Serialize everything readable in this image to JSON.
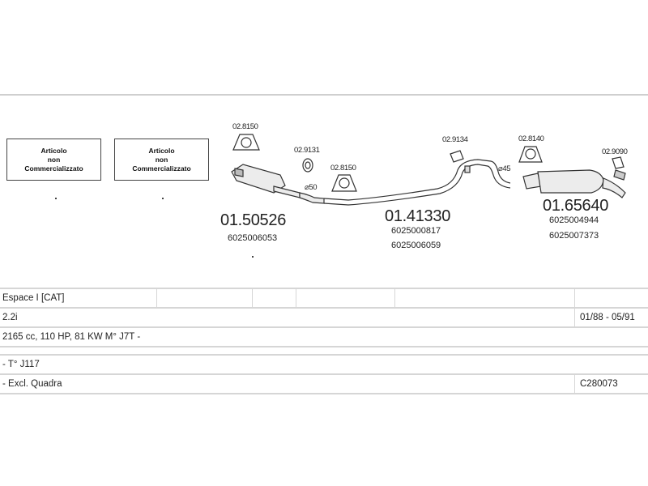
{
  "not_marketed_boxes": [
    {
      "line1": "Articolo",
      "line2": "non",
      "line3": "Commercializzato"
    },
    {
      "line1": "Articolo",
      "line2": "non",
      "line3": "Commercializzato"
    }
  ],
  "parts": {
    "front": {
      "code": "01.50526",
      "oem": [
        "6025006053"
      ]
    },
    "middle": {
      "code": "01.41330",
      "oem": [
        "6025000817",
        "6025006059"
      ]
    },
    "rear": {
      "code": "01.65640",
      "oem": [
        "6025004944",
        "6025007373"
      ]
    }
  },
  "accessories": {
    "a1": "02.8150",
    "a2": "02.9131",
    "a3": "02.8150",
    "a4": "02.9134",
    "a5": "02.8140",
    "a6": "02.9090"
  },
  "diameters": {
    "d1": "⌀50",
    "d2": "⌀45"
  },
  "spec": {
    "row1": {
      "model": "Espace I [CAT]"
    },
    "row2": {
      "engine": "2.2i",
      "years": "01/88 - 05/91"
    },
    "row3": {
      "detail": "2165 cc, 110 HP, 81 KW M° J7T -"
    },
    "row4": {
      "note": "- T° J117"
    },
    "row5": {
      "note": "- Excl. Quadra",
      "catalog": "C280073"
    }
  }
}
